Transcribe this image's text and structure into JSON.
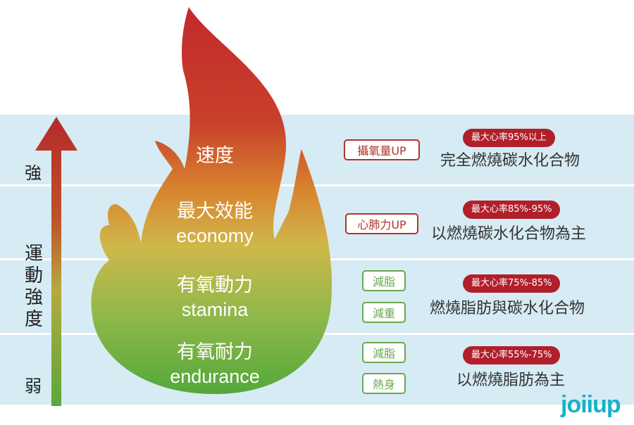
{
  "axis": {
    "strong": "強",
    "weak": "弱",
    "title": [
      "運",
      "動",
      "強",
      "度"
    ]
  },
  "stages": [
    {
      "title": "速度",
      "subtitle": "",
      "tags": [
        {
          "label": "攝氧量UP",
          "color": "red"
        }
      ],
      "heart_rate": "最大心率95%以上",
      "description": "完全燃燒碳水化合物"
    },
    {
      "title": "最大效能",
      "subtitle": "economy",
      "tags": [
        {
          "label": "心肺力UP",
          "color": "red"
        }
      ],
      "heart_rate": "最大心率85%-95%",
      "description": "以燃燒碳水化合物為主"
    },
    {
      "title": "有氧動力",
      "subtitle": "stamina",
      "tags": [
        {
          "label": "減脂",
          "color": "green"
        },
        {
          "label": "減重",
          "color": "green"
        }
      ],
      "heart_rate": "最大心率75%-85%",
      "description": "燃燒脂肪與碳水化合物"
    },
    {
      "title": "有氧耐力",
      "subtitle": "endurance",
      "tags": [
        {
          "label": "減脂",
          "color": "green"
        },
        {
          "label": "熱身",
          "color": "green"
        }
      ],
      "heart_rate": "最大心率55%-75%",
      "description": "以燃燒脂肪為主"
    }
  ],
  "logo": "joiiup",
  "colors": {
    "band": "#d6ebf3",
    "pill": "#b11f2b",
    "tag_red": "#b3342c",
    "tag_green": "#6aa84f",
    "flame_top": "#c0272d",
    "flame_bottom": "#5da83a"
  }
}
